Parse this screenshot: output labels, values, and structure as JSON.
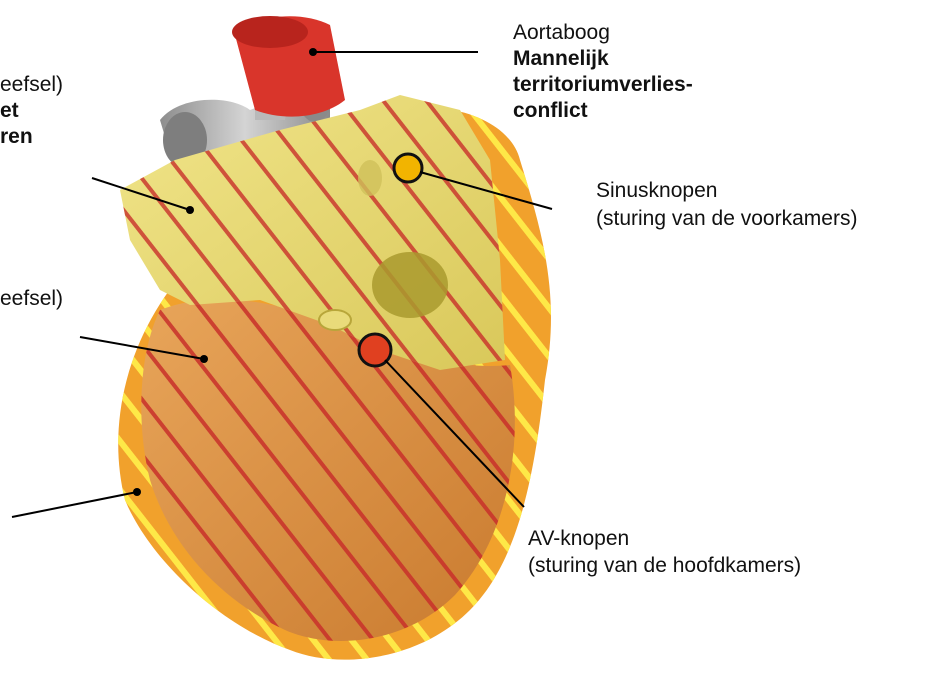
{
  "labels": {
    "aorta": {
      "name": "Aortaboog",
      "conflict_line1": "Mannelijk",
      "conflict_line2": "territoriumverlies-",
      "conflict_line3": "conflict"
    },
    "sinus": {
      "name": "Sinusknopen",
      "desc": "(sturing van de voorkamers)"
    },
    "av": {
      "name": "AV-knopen",
      "desc": "(sturing van de hoofdkamers)"
    },
    "left_top": {
      "line1": "eefsel)",
      "line2": "et",
      "line3": "ren"
    },
    "left_mid": {
      "line1": "eefsel)"
    }
  },
  "colors": {
    "aorta": "#d9352b",
    "atrium": "#e6d870",
    "ventricle": "#d98a35",
    "outer_wall": "#f1a12c",
    "hatch_red": "#c8302a",
    "vessel_gray": "#a9a9a9",
    "sinus_node": "#f2b400",
    "av_node": "#e04020"
  }
}
